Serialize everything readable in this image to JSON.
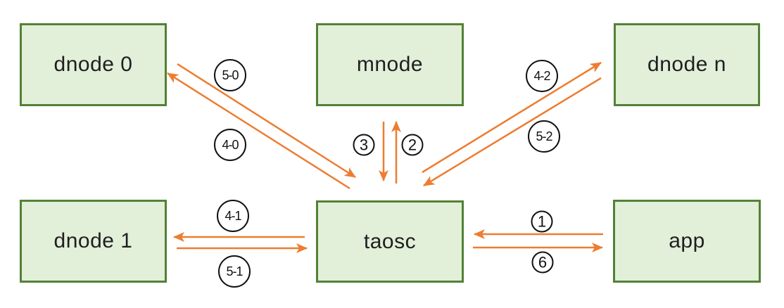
{
  "diagram": {
    "description": "TDengine architecture message-flow diagram: app communicates with taosc, which talks to mnode and dnodes",
    "nodes": [
      {
        "id": "dnode-0",
        "label": "dnode 0"
      },
      {
        "id": "mnode",
        "label": "mnode"
      },
      {
        "id": "dnode-n",
        "label": "dnode n"
      },
      {
        "id": "dnode-1",
        "label": "dnode 1"
      },
      {
        "id": "taosc",
        "label": "taosc"
      },
      {
        "id": "app",
        "label": "app"
      }
    ],
    "edges": [
      {
        "label": "5-0",
        "from": "dnode 0",
        "to": "taosc"
      },
      {
        "label": "4-0",
        "from": "taosc",
        "to": "dnode 0"
      },
      {
        "label": "3",
        "from": "mnode",
        "to": "taosc"
      },
      {
        "label": "2",
        "from": "taosc",
        "to": "mnode"
      },
      {
        "label": "4-2",
        "from": "taosc",
        "to": "dnode n"
      },
      {
        "label": "5-2",
        "from": "dnode n",
        "to": "taosc"
      },
      {
        "label": "4-1",
        "from": "taosc",
        "to": "dnode 1"
      },
      {
        "label": "5-1",
        "from": "dnode 1",
        "to": "taosc"
      },
      {
        "label": "1",
        "from": "app",
        "to": "taosc"
      },
      {
        "label": "6",
        "from": "taosc",
        "to": "app"
      }
    ],
    "colors": {
      "node_fill": "#e2efd9",
      "node_border": "#538135",
      "arrow": "#ed7d31",
      "label_circle_border": "#111111",
      "label_circle_fill": "#ffffff",
      "text": "#1f1f1f"
    }
  }
}
